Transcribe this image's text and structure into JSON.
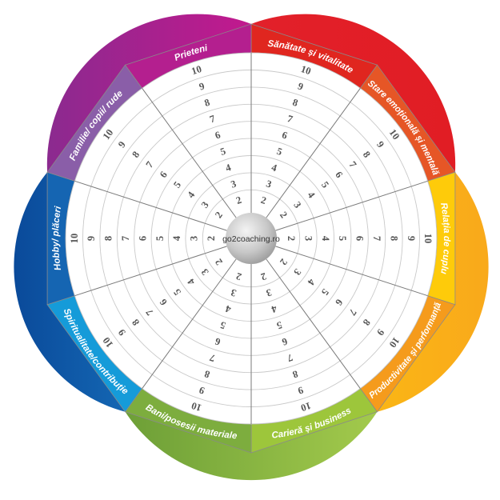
{
  "center_label": "go2coaching.ro",
  "scale": [
    "2",
    "3",
    "4",
    "5",
    "6",
    "7",
    "8",
    "9",
    "10"
  ],
  "sectors": [
    {
      "label": "Sănătate și vitalitate",
      "band_color": "#e0261f"
    },
    {
      "label": "Stare emoțională și mentală",
      "band_color": "#e65626"
    },
    {
      "label": "Relația de cuplu",
      "band_color": "#fecb0a"
    },
    {
      "label": "Productivitate și performanță",
      "band_color": "#f59b1c"
    },
    {
      "label": "Carieră și business",
      "band_color": "#9dc63b"
    },
    {
      "label": "Bani/posesii materiale",
      "band_color": "#7dad3e"
    },
    {
      "label": "Spiritualitate/contribuție",
      "band_color": "#159bd9"
    },
    {
      "label": "Hobby/ plăceri",
      "band_color": "#1565b2"
    },
    {
      "label": "Familie/ copii/ rude",
      "band_color": "#8a5ea8"
    },
    {
      "label": "Prieteni",
      "band_color": "#b41f8f"
    }
  ],
  "petals": [
    {
      "name": "purple",
      "colors": [
        "#8b2a8f",
        "#c2198e"
      ]
    },
    {
      "name": "red",
      "colors": [
        "#e2202a",
        "#e11d24"
      ]
    },
    {
      "name": "yellow",
      "colors": [
        "#fcc40f",
        "#f9a91b"
      ]
    },
    {
      "name": "green",
      "colors": [
        "#6d9f37",
        "#a3ca4c"
      ]
    },
    {
      "name": "blue",
      "colors": [
        "#0a4a9a",
        "#1f86cf"
      ]
    }
  ]
}
